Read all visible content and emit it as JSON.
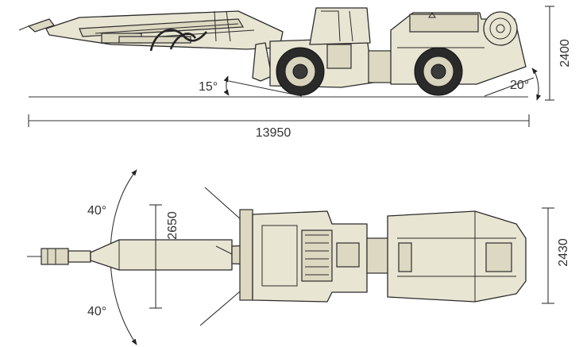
{
  "dimensions": {
    "height_side": "2400",
    "total_length": "13950",
    "boom_width": "2650",
    "machine_width": "2430"
  },
  "angles": {
    "front_tilt": "15°",
    "rear_tilt": "20°",
    "swing_up": "40°",
    "swing_down": "40°"
  },
  "colors": {
    "body": "#e9e5d3",
    "outline": "#2b2b2b",
    "dimension_line": "#333333"
  }
}
